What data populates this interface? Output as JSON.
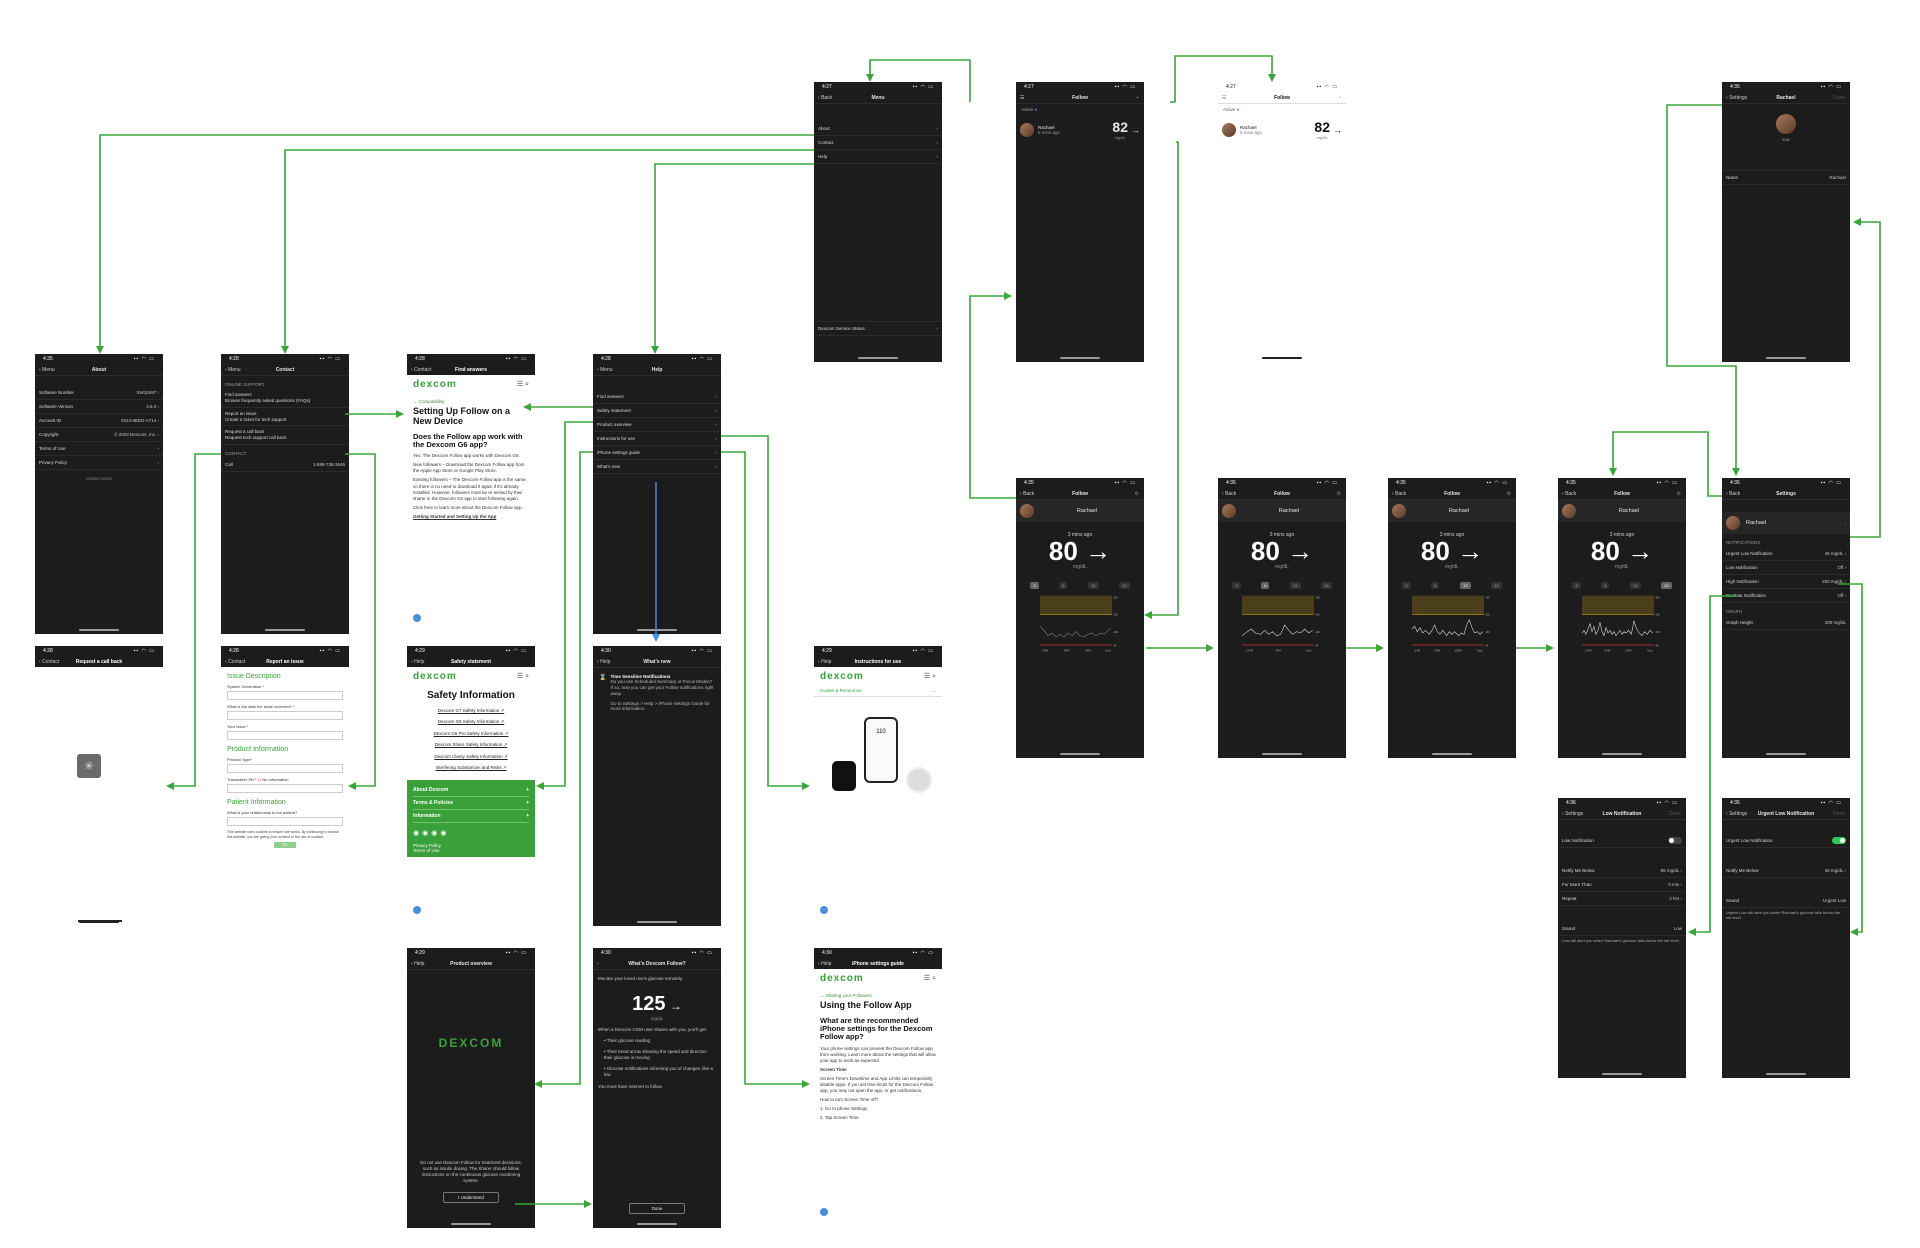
{
  "status_times": {
    "a": "4:27",
    "b": "4:35",
    "c": "4:28",
    "d": "4:29",
    "e": "4:30",
    "f": "4:36"
  },
  "menu": {
    "back": "Back",
    "title": "Menu",
    "items": [
      "About",
      "Contact",
      "Help"
    ],
    "footer": "Dexcom Service Status"
  },
  "follow_list": {
    "title": "Follow",
    "sub": "Active",
    "name": "Rachael",
    "ago": "5 mins ago",
    "value": "82",
    "unit": "mg/dL"
  },
  "about": {
    "back": "Menu",
    "title": "About",
    "rows": [
      {
        "k": "Software Number",
        "v": "SW10497"
      },
      {
        "k": "Software Version",
        "v": "4.6.0"
      },
      {
        "k": "Account ID",
        "v": "0313-8EED-A714"
      },
      {
        "k": "Copyright",
        "v": "© 2023 Dexcom, Inc."
      },
      {
        "k": "Terms of Use",
        "v": ""
      },
      {
        "k": "Privacy Policy",
        "v": ""
      }
    ],
    "code": "003882700000"
  },
  "contact": {
    "back": "Menu",
    "title": "Contact",
    "s1": "ONLINE SUPPORT",
    "i1a": "Find answers",
    "i1b": "Browse frequently asked questions (FAQs)",
    "i2a": "Report an issue",
    "i2b": "Create a ticket for tech support",
    "i3a": "Request a call back",
    "i3b": "Request tech support call back",
    "s2": "CONTACT",
    "call": "Call",
    "phone": "1-888-738-3646"
  },
  "findanswers": {
    "back": "Contact",
    "title": "Find answers",
    "logo": "dexcom",
    "crumb": "Compatibility",
    "h1": "Setting Up Follow on a New Device",
    "h2": "Does the Follow app work with the Dexcom G6 app?",
    "p1": "Yes. The Dexcom Follow app works with Dexcom G6.",
    "p2": "New followers – Download the Dexcom Follow app from the Apple App Store or Google Play Store.",
    "p3": "Existing followers – The Dexcom Follow app is the same, so there is no need to download it again if it's already installed. However, followers must be re-invited by their sharer in the Dexcom G6 app to start following again.",
    "p4": "Click here to learn more about the Dexcom Follow app.",
    "p5": "Getting Started and Setting Up the App"
  },
  "help": {
    "back": "Menu",
    "title": "Help",
    "items": [
      "Find answers",
      "Safety statement",
      "Product overview",
      "Instructions for use",
      "iPhone settings guide",
      "What's new"
    ]
  },
  "callback": {
    "back": "Contact",
    "title": "Request a call back",
    "spinner": "✳"
  },
  "report": {
    "back": "Contact",
    "title": "Report an issue",
    "h1": "Issue Description",
    "f1": "System Generation *",
    "f2": "What is the date the issue occurred? *",
    "f3": "Your Issue *",
    "h2": "Product Information",
    "f4": "Product Type*",
    "f5": "Transmitter SN *",
    "f5b": "No Information",
    "h3": "Patient Information",
    "f6": "What is your relationship to the patient?",
    "cookie": "This website uses cookies to ensure site works. By continuing to browse this website, you are giving your consent to the use of cookies.",
    "ok": "OK"
  },
  "safety": {
    "back": "Help",
    "title": "Safety statement",
    "logo": "dexcom",
    "h1": "Safety Information",
    "links": [
      "Dexcom G7 Safety Information",
      "Dexcom G6 Safety Information",
      "Dexcom G6 Pro Safety Information",
      "Dexcom Share Safety Information",
      "Dexcom Clarity Safety Information",
      "Interfering Substances and Risks"
    ],
    "foot": [
      "About Dexcom",
      "Terms & Policies",
      "Information"
    ],
    "privacy": "Privacy Policy",
    "terms": "Terms of Use"
  },
  "whatsnew": {
    "back": "Help",
    "title": "What's new",
    "h": "Time Sensitive Notifications",
    "p": "Do you use Scheduled Summary or Focus Modes? If so, now you can get your Follow notifications right away.",
    "p2": "Go to Settings > Help > iPhone Settings Guide for more information."
  },
  "ifu": {
    "back": "Help",
    "title": "Instructions for use",
    "logo": "dexcom",
    "sec": "Guides & Resources",
    "reading": "110"
  },
  "overview": {
    "back": "Help",
    "title": "Product overview",
    "logo": "DEXCOM",
    "p": "Do not use Dexcom Follow for treatment decisions, such as insulin dosing. The Sharer should follow instructions on the continuous glucose monitoring system.",
    "btn": "I Understand"
  },
  "whatsfollow": {
    "title": "What's Dexcom Follow?",
    "lead": "Monitor your loved one's glucose remotely.",
    "value": "125",
    "unit": "mg/dL",
    "p1": "When a Dexcom CGM user shares with you, you'll get:",
    "b1": "Their glucose reading",
    "b2": "Their trend arrow showing the speed and direction their glucose is moving",
    "b3": "Glucose notifications informing you of changes, like a low",
    "p2": "You must have internet to follow.",
    "btn": "Done"
  },
  "iphone": {
    "back": "Help",
    "title": "iPhone settings guide",
    "logo": "dexcom",
    "crumb": "Sharing your Followers",
    "h1": "Using the Follow App",
    "h2": "What are the recommended iPhone settings for the Dexcom Follow app?",
    "p1": "Your phone settings can prevent the Dexcom Follow app from working. Learn more about the settings that will allow your app to work as expected.",
    "st": "Screen Time",
    "p2": "Screen Time's Downtime and App Limits can temporarily disable apps. If you set time limits for the Dexcom Follow app, you may not open the app, or get notifications.",
    "p3": "How to turn Screen Time off?",
    "p4": "1. Go to phone Settings",
    "p5": "2. Tap Screen Time"
  },
  "detail": {
    "back": "Back",
    "title": "Follow",
    "name": "Rachael",
    "ago": "3 mins ago",
    "value": "80",
    "unit": "mg/dL",
    "tabs": [
      "3",
      "6",
      "12",
      "24"
    ],
    "yl": [
      "300",
      "200",
      "100",
      "40"
    ],
    "x1": [
      "2PM",
      "3PM",
      "4PM",
      "Now"
    ],
    "x2": [
      "12PM",
      "2PM",
      "Now"
    ],
    "x3": [
      "6AM",
      "9AM",
      "12PM",
      "Now"
    ],
    "x4": [
      "12AM",
      "6AM",
      "12PM",
      "Now"
    ]
  },
  "settings": {
    "back": "Back",
    "title": "Settings",
    "name": "Rachael",
    "sec1": "NOTIFICATIONS",
    "rows": [
      {
        "k": "Urgent Low Notification",
        "v": "45 mg/dL"
      },
      {
        "k": "Low Notification",
        "v": "Off"
      },
      {
        "k": "High Notification",
        "v": "200 mg/dL"
      },
      {
        "k": "No Data Notification",
        "v": "Off"
      }
    ],
    "sec2": "GRAPH",
    "graph": {
      "k": "Graph Height",
      "v": "300 mg/dL"
    }
  },
  "rachael": {
    "back": "Settings",
    "title": "Rachael",
    "done": "Done",
    "edit": "Edit",
    "nk": "Name",
    "nv": "Rachael"
  },
  "lownotif": {
    "back": "Settings",
    "title": "Low Notification",
    "done": "Done",
    "toggle": "Low Notification",
    "rows": [
      {
        "k": "Notify Me Below",
        "v": "65 mg/dL"
      },
      {
        "k": "For More Than",
        "v": "0 min"
      },
      {
        "k": "Repeat",
        "v": "2 hrs"
      }
    ],
    "sound": "Sound",
    "soundv": "Low",
    "note": "Low will alert you when Rachael's glucose falls below the set level."
  },
  "urgentlow": {
    "back": "Settings",
    "title": "Urgent Low Notification",
    "done": "Done",
    "toggle": "Urgent Low Notification",
    "rows": [
      {
        "k": "Notify Me Below",
        "v": "45 mg/dL"
      }
    ],
    "sound": "Sound",
    "soundv": "Urgent Low",
    "note": "Urgent Low will alert you when Rachael's glucose falls below the set level."
  },
  "colors": {
    "arrow": "#3aa53a",
    "blue_arrow": "#4a90e2",
    "dexcom_green": "#3aa03a",
    "screen": "#1c1c1c",
    "high_line": "#c8a800",
    "low_line": "#d03030"
  }
}
